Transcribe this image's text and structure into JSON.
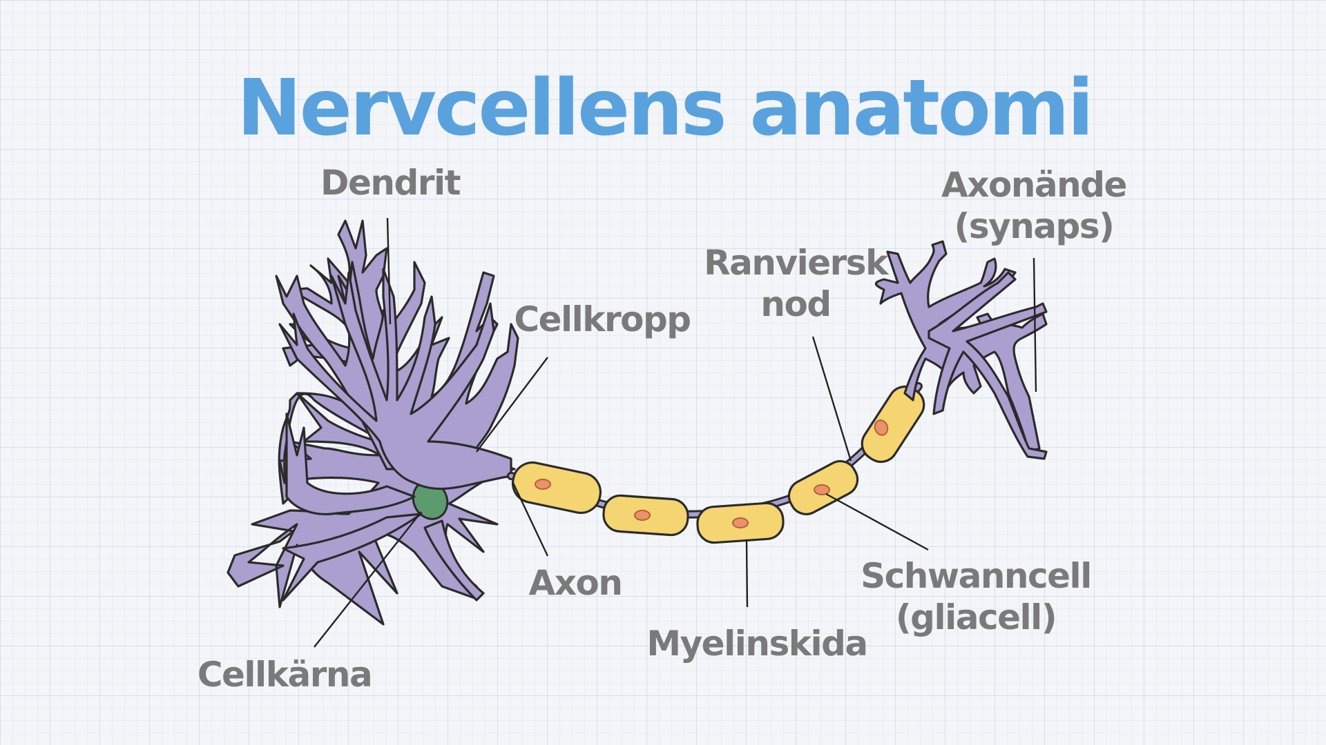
{
  "title": "Nervcellens anatomi",
  "labels": {
    "dendrit": "Dendrit",
    "cellkropp": "Cellkropp",
    "cellkarna": "Cellkärna",
    "axon": "Axon",
    "myelinskida": "Myelinskida",
    "ranviersk_line1": "Ranviersk",
    "ranviersk_line2": "nod",
    "schwanncell_line1": "Schwanncell",
    "schwanncell_line2": "(gliacell)",
    "axonande_line1": "Axonände",
    "axonande_line2": "(synaps)"
  },
  "colors": {
    "title": "#5aa2dd",
    "label": "#7a7a7a",
    "neuron_body": "#ab9fd0",
    "nucleus": "#5e9a6f",
    "schwann_cell": "#f5d572",
    "schwann_nucleus": "#e89468",
    "outline": "#2b2b2b"
  }
}
